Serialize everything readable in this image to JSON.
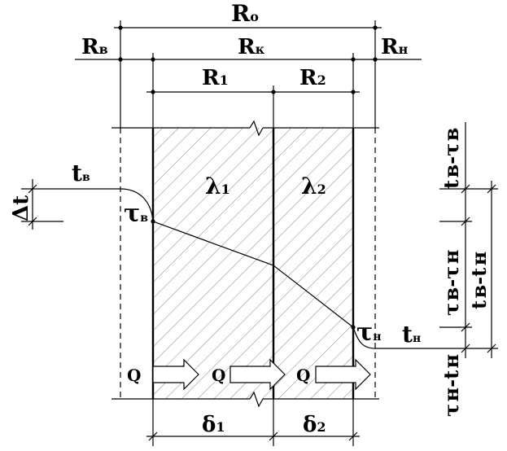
{
  "labels": {
    "R_o": "R",
    "R_o_sub": "о",
    "R_v": "R",
    "R_v_sub": "в",
    "R_k": "R",
    "R_k_sub": "к",
    "R_n": "R",
    "R_n_sub": "н",
    "R_1": "R",
    "R_1_sub": "1",
    "R_2": "R",
    "R_2_sub": "2",
    "lambda_1": "λ",
    "lambda_1_sub": "1",
    "lambda_2": "λ",
    "lambda_2_sub": "2",
    "t_v": "t",
    "t_v_sub": "в",
    "t_n": "t",
    "t_n_sub": "н",
    "tau_v": "τ",
    "tau_v_sub": "в",
    "tau_n": "τ",
    "tau_n_sub": "н",
    "delta_t": "Δt",
    "delta_1": "δ",
    "delta_1_sub": "1",
    "delta_2": "δ",
    "delta_2_sub": "2",
    "q_1": "Q",
    "q_2": "Q",
    "q_3": "Q"
  },
  "vertical_labels": {
    "tv_minus_tauv": "t в-τ в",
    "tauv_minus_taun": "τ в-τ н",
    "tv_minus_tn": "t в-t н",
    "taun_minus_tn": "τ н-t н"
  }
}
